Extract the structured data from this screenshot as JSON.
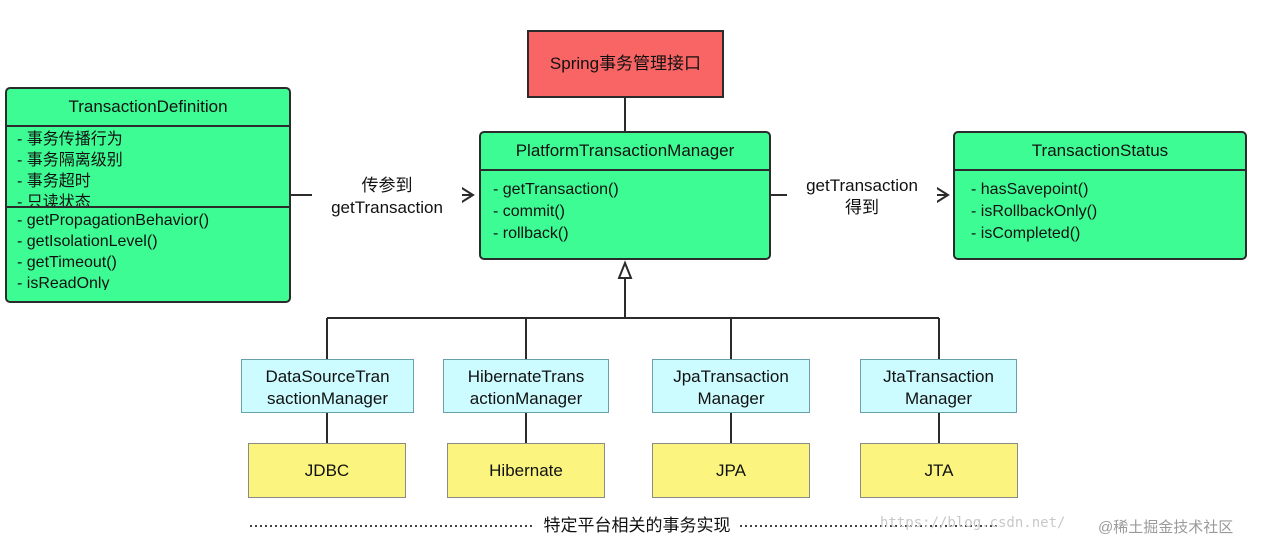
{
  "spring_interface": "Spring事务管理接口",
  "definition": {
    "title": "TransactionDefinition",
    "attributes": [
      "- 事务传播行为",
      "- 事务隔离级别",
      "- 事务超时",
      "- 只读状态"
    ],
    "methods": [
      "- getPropagationBehavior()",
      "- getIsolationLevel()",
      "- getTimeout()",
      "- isReadOnly"
    ]
  },
  "manager": {
    "title": "PlatformTransactionManager",
    "methods": [
      "- getTransaction()",
      "- commit()",
      "- rollback()"
    ]
  },
  "status": {
    "title": "TransactionStatus",
    "methods": [
      "- hasSavepoint()",
      "- isRollbackOnly()",
      "- isCompleted()"
    ]
  },
  "arrow_left_label": [
    "传参到",
    "getTransaction"
  ],
  "arrow_right_label": [
    "getTransaction",
    "得到"
  ],
  "implementations": [
    {
      "lines": [
        "DataSourceTran",
        "sactionManager"
      ],
      "tech": "JDBC"
    },
    {
      "lines": [
        "HibernateTrans",
        "actionManager"
      ],
      "tech": "Hibernate"
    },
    {
      "lines": [
        "JpaTransaction",
        "Manager"
      ],
      "tech": "JPA"
    },
    {
      "lines": [
        "JtaTransaction",
        "Manager"
      ],
      "tech": "JTA"
    }
  ],
  "platform_label": "特定平台相关的事务实现",
  "watermark_url": "https://blog.csdn.net/",
  "watermark_site": "@稀土掘金技术社区"
}
